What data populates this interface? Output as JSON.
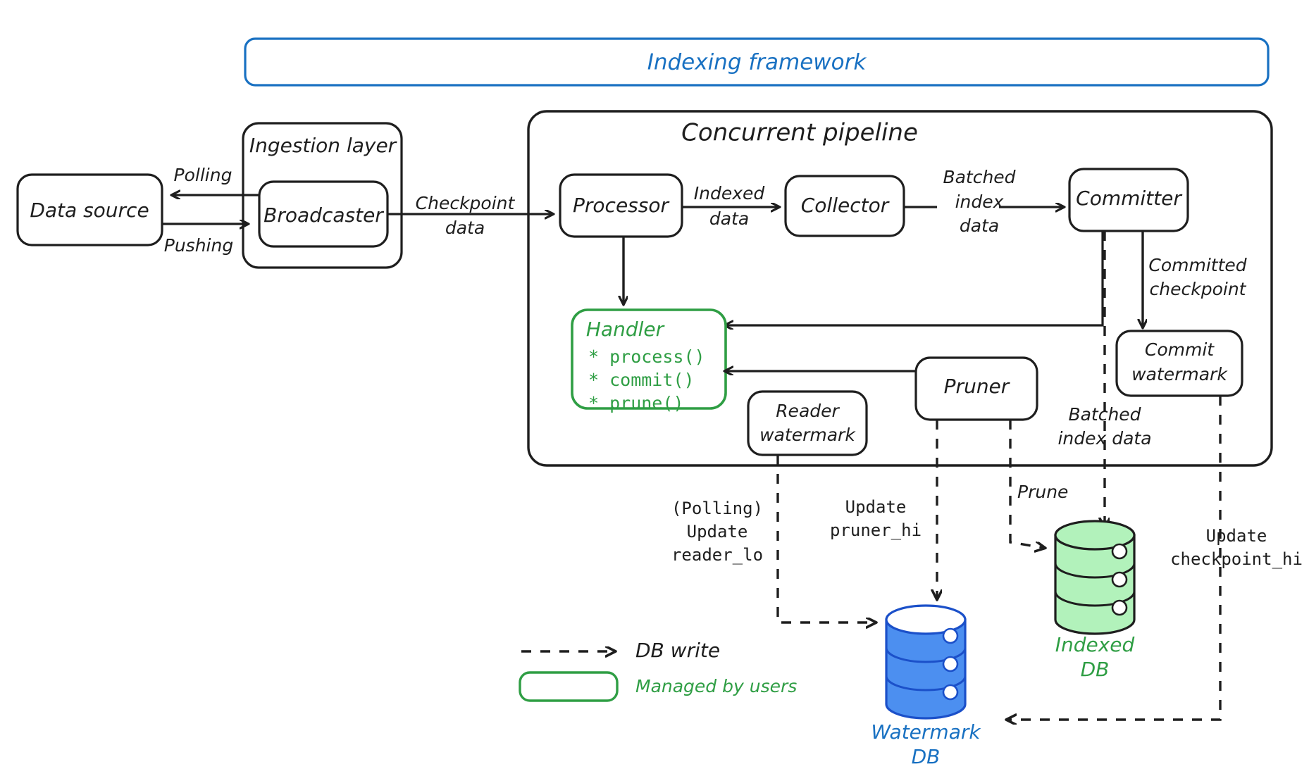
{
  "diagram": {
    "title": "Indexing framework",
    "containers": [
      {
        "id": "framework",
        "label": "Indexing framework",
        "color": "#1971c2"
      },
      {
        "id": "ingestion",
        "label": "Ingestion layer",
        "color": "#1e1e1e"
      },
      {
        "id": "pipeline",
        "label": "Concurrent pipeline",
        "color": "#1e1e1e"
      }
    ],
    "nodes": {
      "data_source": "Data source",
      "broadcaster": "Broadcaster",
      "processor": "Processor",
      "collector": "Collector",
      "committer": "Committer",
      "commit_watermark": "Commit\nwatermark",
      "commit_watermark_line1": "Commit",
      "commit_watermark_line2": "watermark",
      "reader_watermark_line1": "Reader",
      "reader_watermark_line2": "watermark",
      "pruner": "Pruner",
      "handler_title": "Handler",
      "handler_methods": [
        "* process()",
        "* commit()",
        "* prune()"
      ]
    },
    "databases": [
      {
        "id": "watermark_db",
        "label_line1": "Watermark",
        "label_line2": "DB",
        "fill": "#4c8ff0",
        "stroke": "#1b50c9",
        "text_color": "#1971c2"
      },
      {
        "id": "indexed_db",
        "label_line1": "Indexed",
        "label_line2": "DB",
        "fill": "#b2f2bb",
        "stroke": "#1e1e1e",
        "text_color": "#2f9e44"
      }
    ],
    "edge_labels": {
      "polling": "Polling",
      "pushing": "Pushing",
      "checkpoint_data_l1": "Checkpoint",
      "checkpoint_data_l2": "data",
      "indexed_data_l1": "Indexed",
      "indexed_data_l2": "data",
      "batched_index_data_l1": "Batched",
      "batched_index_data_l2": "index",
      "batched_index_data_l3": "data",
      "committed_checkpoint_l1": "Committed",
      "committed_checkpoint_l2": "checkpoint",
      "batched_index_data2_l1": "Batched",
      "batched_index_data2_l2": "index data",
      "prune": "Prune"
    },
    "db_write_labels": {
      "reader_l1": "(Polling)",
      "reader_l2": "Update",
      "reader_l3": "reader_lo",
      "pruner_l1": "Update",
      "pruner_l2": "pruner_hi",
      "checkpoint_l1": "Update",
      "checkpoint_l2": "checkpoint_hi"
    },
    "legend": [
      {
        "id": "db-write",
        "label": "DB write",
        "type": "dashed-arrow",
        "color": "#1e1e1e"
      },
      {
        "id": "managed-by-users",
        "label": "Managed by users",
        "type": "rounded-box",
        "color": "#2f9e44"
      }
    ],
    "colors": {
      "ink": "#1e1e1e",
      "blue": "#1971c2",
      "green": "#2f9e44",
      "db_blue_fill": "#4c8ff0",
      "db_green_fill": "#b2f2bb"
    }
  }
}
